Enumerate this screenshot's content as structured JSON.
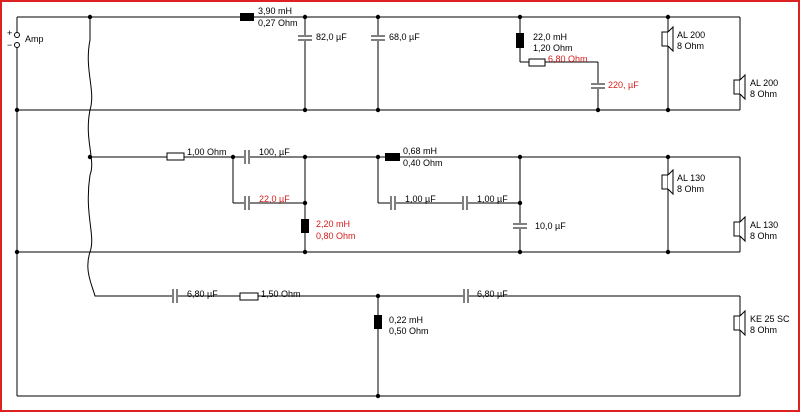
{
  "input": {
    "plus": "+",
    "minus": "−",
    "label": "Amp"
  },
  "branch1": {
    "L1": {
      "l1": "3,90 mH",
      "l2": "0,27 Ohm"
    },
    "C1": "82,0 µF",
    "C2": "68,0 µF",
    "L2": {
      "l1": "22,0 mH",
      "l2": "1,20 Ohm"
    },
    "R1": "6,80 Ohm",
    "C3": "220, µF",
    "spk1": {
      "name": "AL 200",
      "imp": "8 Ohm"
    },
    "spk2": {
      "name": "AL 200",
      "imp": "8 Ohm"
    }
  },
  "branch2": {
    "R1": "1,00 Ohm",
    "C1": "100, µF",
    "C2": "22,0 µF",
    "L1": {
      "l1": "2,20 mH",
      "l2": "0,80 Ohm"
    },
    "L2": {
      "l1": "0,68 mH",
      "l2": "0,40 Ohm"
    },
    "C3": "1,00 µF",
    "C4": "1,00 µF",
    "C5": "10,0 µF",
    "spk1": {
      "name": "AL 130",
      "imp": "8 Ohm"
    },
    "spk2": {
      "name": "AL 130",
      "imp": "8 Ohm"
    }
  },
  "branch3": {
    "C1": "6,80 µF",
    "R1": "1,50 Ohm",
    "L1": {
      "l1": "0,22 mH",
      "l2": "0,50 Ohm"
    },
    "C2": "6,80 µF",
    "spk1": {
      "name": "KE 25 SC",
      "imp": "8 Ohm"
    }
  },
  "colors": {
    "frame": "#dd2020",
    "wire": "#000000",
    "red_label": "#d41c1c"
  }
}
